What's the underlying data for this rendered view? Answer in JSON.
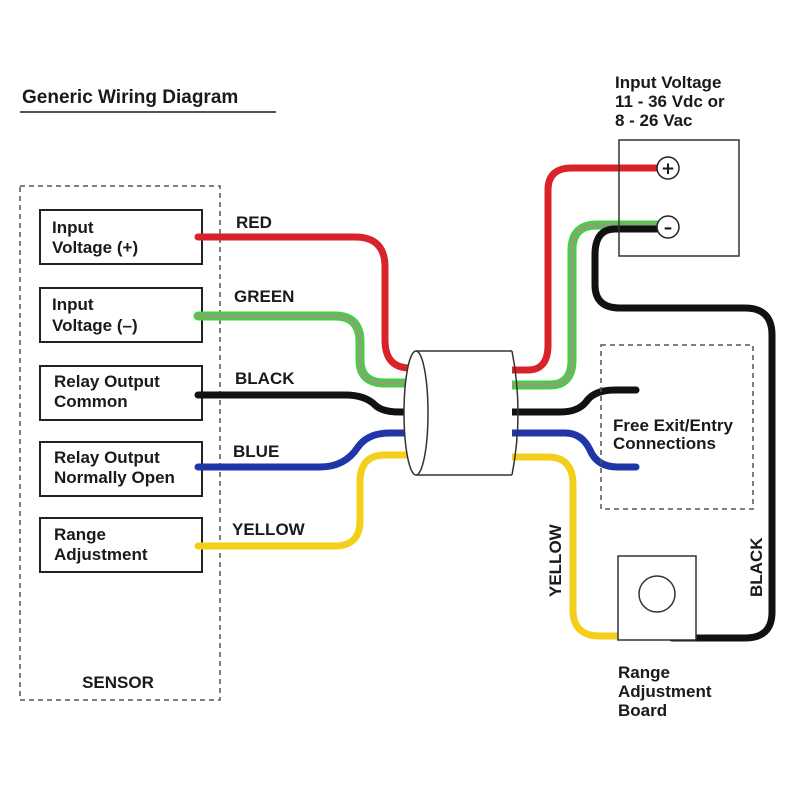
{
  "title": "Generic Wiring Diagram",
  "sensor": {
    "label": "SENSOR",
    "terminals": [
      {
        "line1": "Input",
        "line2": "Voltage (+)"
      },
      {
        "line1": "Input",
        "line2": "Voltage (–)"
      },
      {
        "line1": "Relay Output",
        "line2": "Common"
      },
      {
        "line1": "Relay Output",
        "line2": "Normally Open"
      },
      {
        "line1": "Range",
        "line2": "Adjustment"
      }
    ]
  },
  "wires": {
    "red": "RED",
    "green": "GREEN",
    "black": "BLACK",
    "blue": "BLUE",
    "yellow": "YELLOW"
  },
  "power_supply": {
    "line1": "Input Voltage",
    "line2": "11 - 36 Vdc or",
    "line3": "8 - 26 Vac",
    "plus_symbol": "+",
    "minus_symbol": "–"
  },
  "free_connections": {
    "line1": "Free Exit/Entry",
    "line2": "Connections"
  },
  "range_board": {
    "line1": "Range",
    "line2": "Adjustment",
    "line3": "Board"
  },
  "side_labels": {
    "yellow": "YELLOW",
    "black": "BLACK"
  },
  "colors": {
    "red": "#d8232a",
    "green": "#7faa6e",
    "green_edge": "#3fd43f",
    "black": "#111111",
    "blue": "#1f35a8",
    "yellow": "#f3cf1c",
    "line": "#333333"
  }
}
